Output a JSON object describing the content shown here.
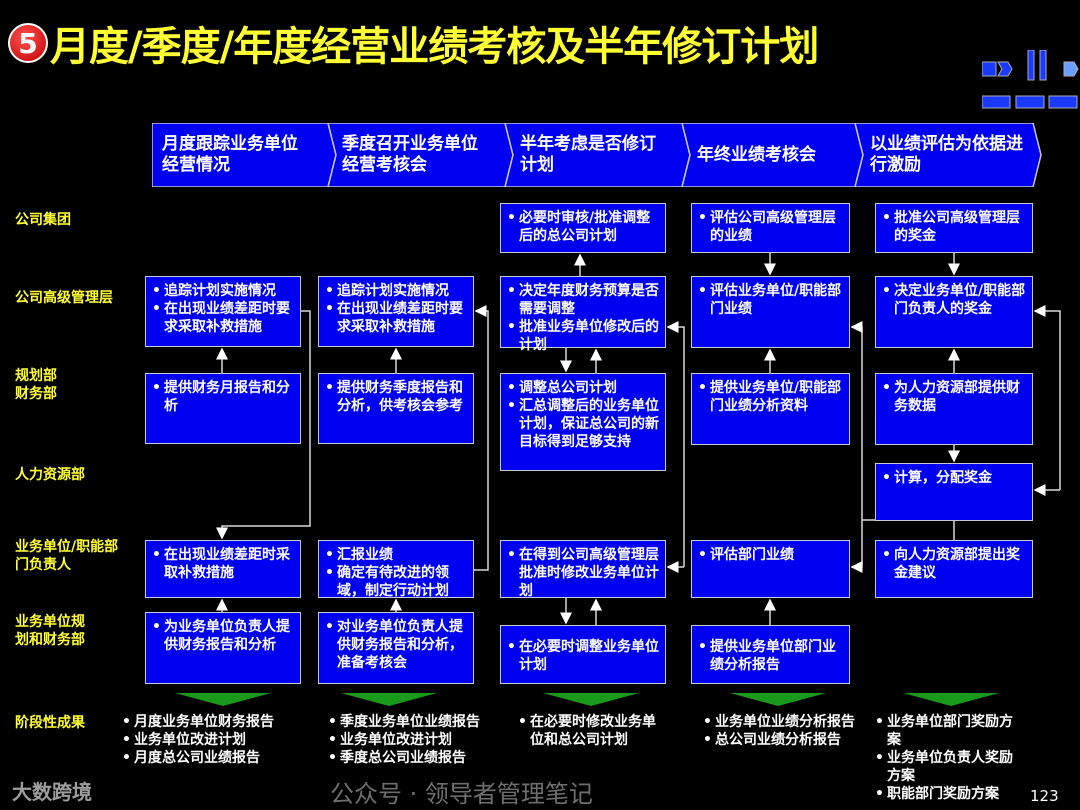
{
  "title": {
    "number": "5",
    "text": "月度/季度/年度经营业绩考核及半年修订计划"
  },
  "colors": {
    "title": "#ffff33",
    "box_fill": "#0000f0",
    "arrow": "#1a9a1a",
    "label": "#ffff33"
  },
  "phases": [
    "月度跟踪业务单位经营情况",
    "季度召开业务单位经营考核会",
    "半年考虑是否修订计划",
    "年终业绩考核会",
    "以业绩评估为依据进行激励"
  ],
  "row_labels": [
    "公司集团",
    "公司高级管理层",
    "规划部\n财务部",
    "人力资源部",
    "业务单位/职能部\n门负责人",
    "业务单位规\n划和财务部",
    "阶段性成果"
  ],
  "boxes": {
    "c3_group": [
      "必要时审核/批准调整后的总公司计划"
    ],
    "c4_group": [
      "评估公司高级管理层的业绩"
    ],
    "c5_group": [
      "批准公司高级管理层的奖金"
    ],
    "c1_mgmt": [
      "追踪计划实施情况",
      "在出现业绩差距时要求采取补救措施"
    ],
    "c2_mgmt": [
      "追踪计划实施情况",
      "在出现业绩差距时要求采取补救措施"
    ],
    "c3_mgmt": [
      "决定年度财务预算是否需要调整",
      "批准业务单位修改后的计划"
    ],
    "c4_mgmt": [
      "评估业务单位/职能部门业绩"
    ],
    "c5_mgmt": [
      "决定业务单位/职能部门负责人的奖金"
    ],
    "c1_plan": [
      "提供财务月报告和分析"
    ],
    "c2_plan": [
      "提供财务季度报告和分析，供考核会参考"
    ],
    "c3_plan": [
      "调整总公司计划",
      "汇总调整后的业务单位计划，保证总公司的新目标得到足够支持"
    ],
    "c4_plan": [
      "提供业务单位/职能部门业绩分析资料"
    ],
    "c5_plan": [
      "为人力资源部提供财务数据"
    ],
    "c5_hr": [
      "计算，分配奖金"
    ],
    "c1_bu": [
      "在出现业绩差距时采取补救措施"
    ],
    "c2_bu": [
      "汇报业绩",
      "确定有待改进的领域，制定行动计划"
    ],
    "c3_bu": [
      "在得到公司高级管理层批准时修改业务单位计划"
    ],
    "c4_bu": [
      "评估部门业绩"
    ],
    "c5_bu": [
      "向人力资源部提出奖金建议"
    ],
    "c1_bufin": [
      "为业务单位负责人提供财务报告和分析"
    ],
    "c2_bufin": [
      "对业务单位负责人提供财务报告和分析，准备考核会"
    ],
    "c3_bufin": [
      "在必要时调整业务单位计划"
    ],
    "c4_bufin": [
      "提供业务单位部门业绩分析报告"
    ]
  },
  "outcomes": [
    [
      "月度业务单位财务报告",
      "业务单位改进计划",
      "月度总公司业绩报告"
    ],
    [
      "季度业务单位业绩报告",
      "业务单位改进计划",
      "季度总公司业绩报告"
    ],
    [
      "在必要时修改业务单位和总公司计划"
    ],
    [
      "业务单位业绩分析报告",
      "总公司业绩分析报告"
    ],
    [
      "业务单位部门奖励方案",
      "业务单位负责人奖励方案",
      "职能部门奖励方案"
    ]
  ],
  "watermark": "公众号 · 领导者管理笔记",
  "logo": "大数跨境",
  "page_number": "123"
}
